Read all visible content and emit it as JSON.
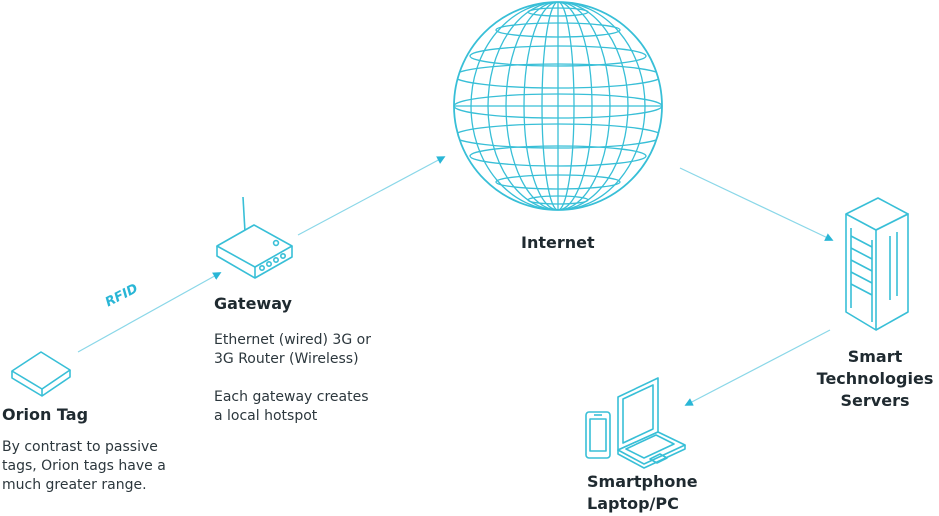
{
  "colors": {
    "accent": "#29b6d6",
    "stroke": "#38bfd7",
    "text": "#1f2a30"
  },
  "nodes": {
    "orion_tag": {
      "title": "Orion Tag",
      "description": [
        "By contrast to passive",
        "tags, Orion tags have a",
        "much greater range."
      ]
    },
    "gateway": {
      "title": "Gateway",
      "description": [
        "Ethernet (wired) 3G or",
        "3G Router (Wireless)"
      ],
      "note": [
        "Each gateway creates",
        "a local hotspot"
      ]
    },
    "internet": {
      "title": "Internet"
    },
    "servers": {
      "title": [
        "Smart",
        "Technologies",
        "Servers"
      ]
    },
    "devices": {
      "title": [
        "Smartphone",
        "Laptop/PC"
      ]
    }
  },
  "links": {
    "rfid_label": "RFID"
  },
  "icons": [
    "tag-icon",
    "router-icon",
    "globe-icon",
    "server-rack-icon",
    "smartphone-icon",
    "laptop-icon"
  ]
}
